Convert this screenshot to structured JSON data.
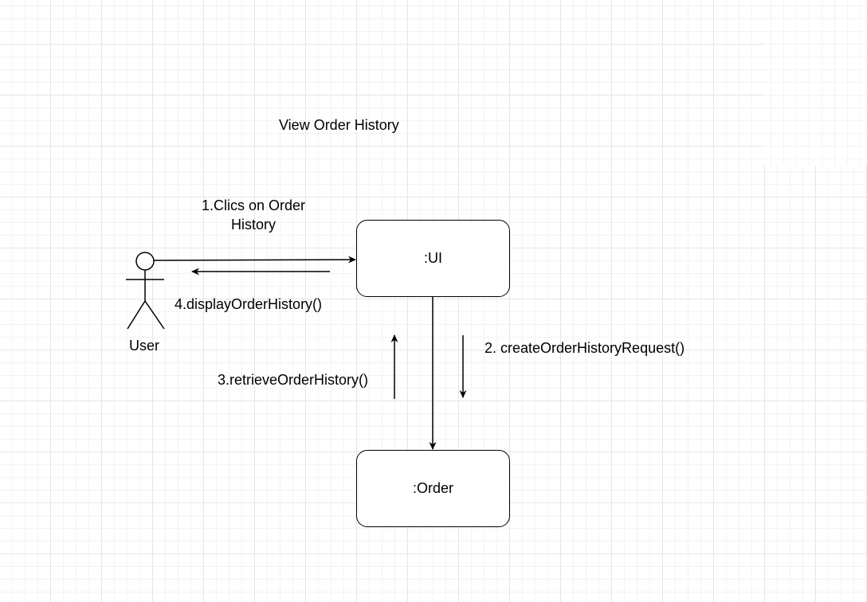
{
  "diagram": {
    "title": "View Order History",
    "actor": {
      "label": "User"
    },
    "objects": {
      "ui": ":UI",
      "order": ":Order"
    },
    "messages": {
      "m1_line1": "1.Clics on Order",
      "m1_line2": "History",
      "m2": "2. createOrderHistoryRequest()",
      "m3": "3.retrieveOrderHistory()",
      "m4": "4.displayOrderHistory()"
    }
  },
  "colors": {
    "stroke": "#000000",
    "grid": "#e6e6e6",
    "background": "#ffffff"
  }
}
